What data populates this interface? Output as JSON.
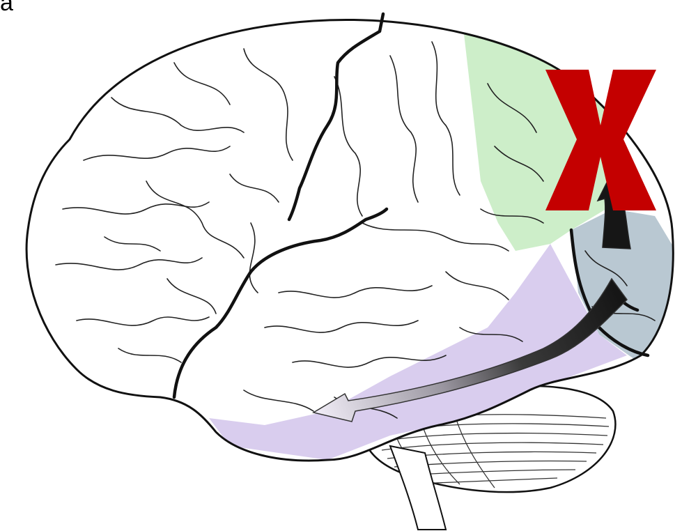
{
  "corner_label": "a",
  "regions": [
    {
      "name": "parietal-region",
      "color": "#cdeec9"
    },
    {
      "name": "temporal-region",
      "color": "#d9cdee"
    },
    {
      "name": "occipital-region",
      "color": "#b9c8d2"
    }
  ],
  "pathways": [
    {
      "name": "dorsal-pathway",
      "shading": "dark"
    },
    {
      "name": "ventral-pathway",
      "shading": "dark-to-light"
    }
  ],
  "colors": {
    "outline": "#111111",
    "cerebrum_fill": "#ffffff",
    "cross_mark": "#c40000",
    "arrow_dark": "#161616",
    "arrow_light": "#f4f0fa"
  },
  "cross_mark": {
    "symbol": "X"
  }
}
